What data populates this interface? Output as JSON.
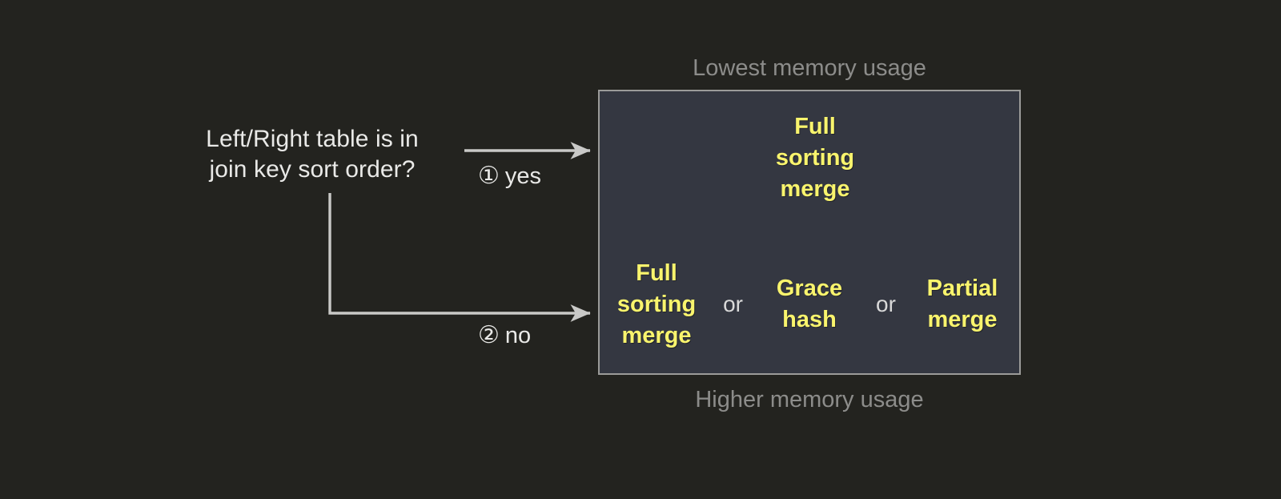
{
  "diagram": {
    "title_top_caption": "Lowest memory usage",
    "title_bottom_caption": "Higher memory usage",
    "question": "Left/Right table is in\njoin key sort order?",
    "branches": [
      {
        "marker": "①",
        "label": "yes"
      },
      {
        "marker": "②",
        "label": "no"
      }
    ],
    "outcomes": {
      "top_row": [
        {
          "text": "Full\nsorting\nmerge"
        }
      ],
      "bottom_row": [
        {
          "text": "Full\nsorting\nmerge"
        },
        {
          "text": "Grace\nhash"
        },
        {
          "text": "Partial\nmerge"
        }
      ],
      "separator": "or"
    },
    "colors": {
      "background": "#23231f",
      "box_fill": "#343741",
      "box_border": "#9b9b99",
      "option_text": "#f9f46d",
      "body_text": "#e9e9e7",
      "caption_text": "#8c8c8a",
      "arrow": "#c9c9c7"
    }
  }
}
